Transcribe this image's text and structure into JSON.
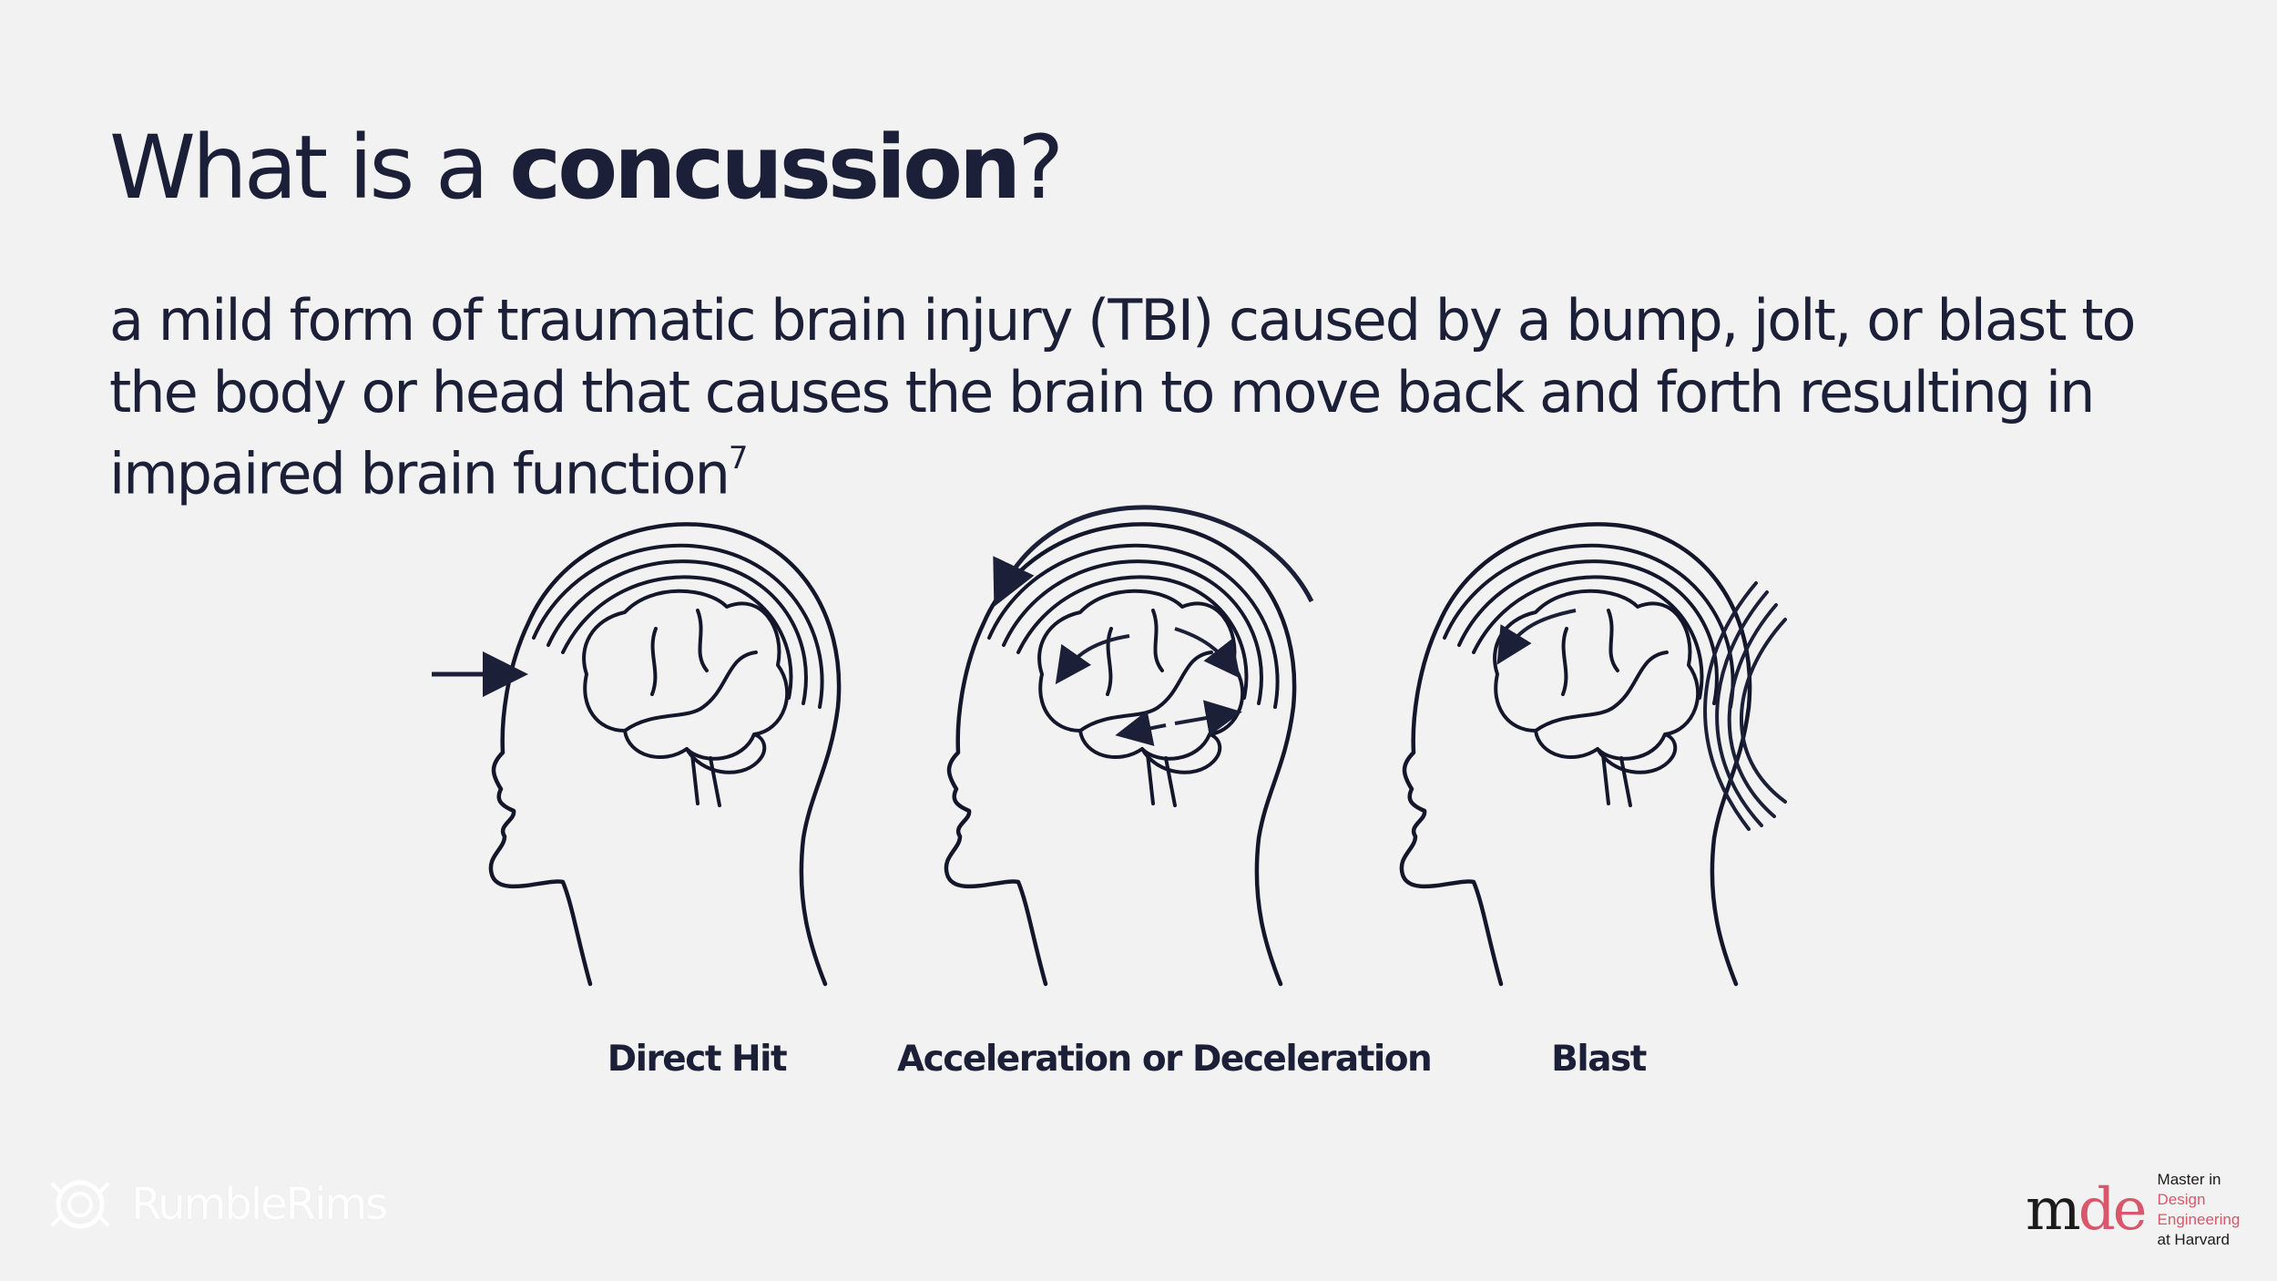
{
  "slide": {
    "title_prefix": "What is a ",
    "title_emphasis": "concussion",
    "title_suffix": "?",
    "definition": "a mild form of traumatic brain injury (TBI) caused by a bump, jolt, or blast to the body or head that causes the brain to move back and forth resulting in impaired brain function",
    "footnote_ref": "7"
  },
  "figures": [
    {
      "label": "Direct Hit",
      "icon": "head-direct-hit-icon"
    },
    {
      "label": "Acceleration or Deceleration",
      "icon": "head-acceleration-icon"
    },
    {
      "label": "Blast",
      "icon": "head-blast-icon"
    }
  ],
  "branding": {
    "left_wordmark": "RumbleRims",
    "left_icon": "rumblerims-logo-icon",
    "mde_mark_m": "m",
    "mde_mark_de": "de",
    "mde_line1": "Master in",
    "mde_line2": "Design",
    "mde_line3": "Engineering",
    "mde_line4": "at Harvard"
  },
  "colors": {
    "background": "#f1f2f1",
    "text": "#1c1f38",
    "accent": "#d8576b"
  }
}
